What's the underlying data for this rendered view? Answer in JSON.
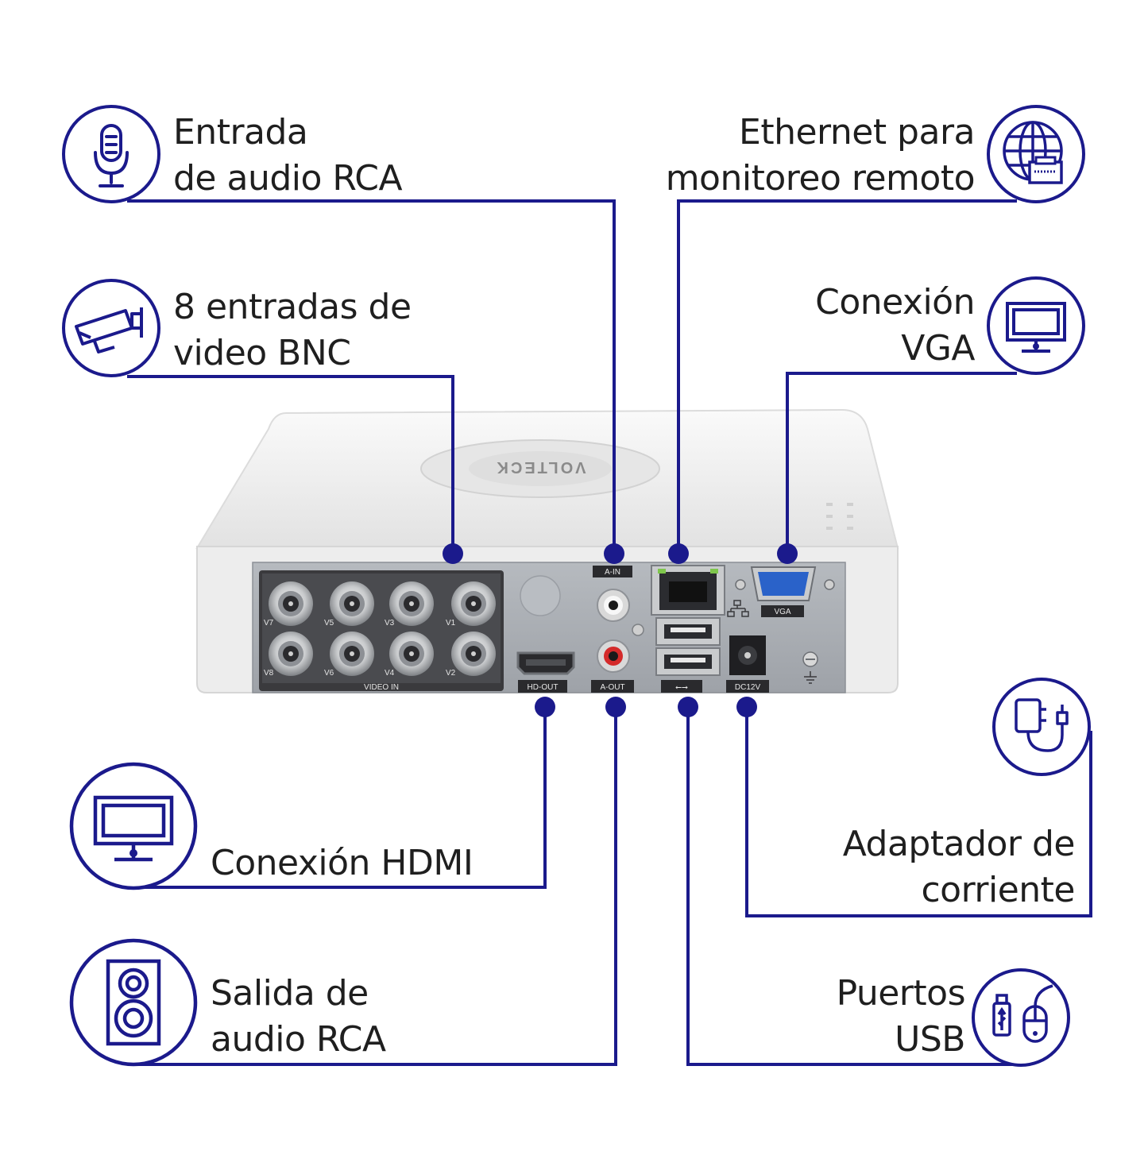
{
  "colors": {
    "accent": "#1b1a8c",
    "device_body": "#f1f1f1",
    "panel": "#a9adb3",
    "text": "#1f1f1f"
  },
  "device": {
    "brand": "VOLTECK",
    "port_labels": {
      "a_in": "A-IN",
      "a_out": "A-OUT",
      "hd_out": "HD-OUT",
      "vga": "VGA",
      "dc": "DC12V",
      "video_in": "VIDEO IN",
      "usb": "⭠⭢",
      "bnc": [
        "V7",
        "V5",
        "V3",
        "V1",
        "V8",
        "V6",
        "V4",
        "V2"
      ]
    }
  },
  "callouts": {
    "audio_in": {
      "icon": "microphone-icon",
      "lines": [
        "Entrada",
        "de audio RCA"
      ]
    },
    "video_bnc": {
      "icon": "cctv-camera-icon",
      "lines": [
        "8 entradas de",
        "video BNC"
      ]
    },
    "ethernet": {
      "icon": "globe-ethernet-icon",
      "lines": [
        "Ethernet para",
        "monitoreo remoto"
      ]
    },
    "vga": {
      "icon": "monitor-icon",
      "lines": [
        "Conexión",
        "VGA"
      ]
    },
    "hdmi": {
      "icon": "monitor-icon",
      "lines": [
        "Conexión HDMI"
      ]
    },
    "audio_out": {
      "icon": "speaker-icon",
      "lines": [
        "Salida de",
        "audio RCA"
      ]
    },
    "power": {
      "icon": "power-adapter-icon",
      "lines": [
        "Adaptador de",
        "corriente"
      ]
    },
    "usb": {
      "icon": "usb-mouse-icon",
      "lines": [
        "Puertos",
        "USB"
      ]
    }
  }
}
